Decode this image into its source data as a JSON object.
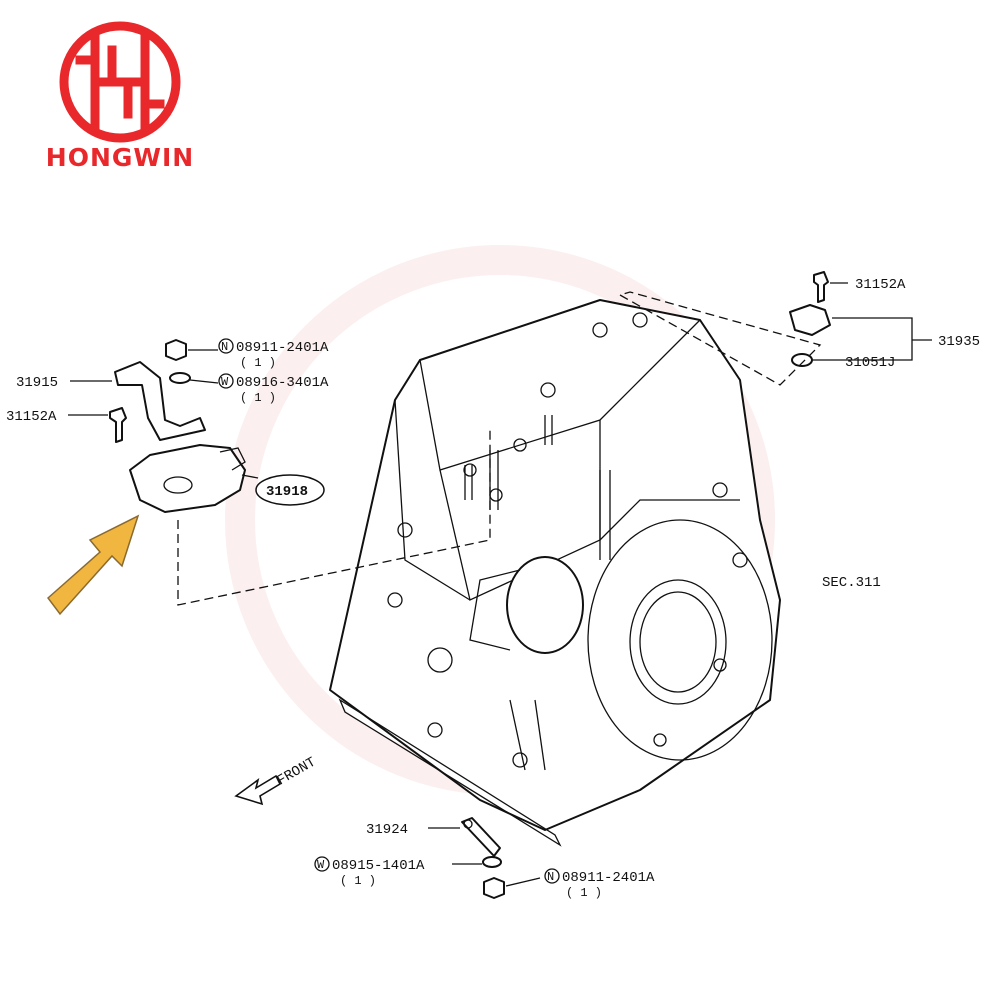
{
  "brand": {
    "name": "HONGWIN",
    "logo_color": "#e8282b"
  },
  "watermark_color": "#f7dcdc",
  "arrow_color": "#f0b640",
  "labels": {
    "bracket": "31915",
    "bolt_left": "31152A",
    "nut_top": "08911-2401A",
    "nut_top_qty": "( 1 )",
    "washer_top": "08916-3401A",
    "washer_top_qty": "( 1 )",
    "switch": "31918",
    "bolt_right": "31152A",
    "sensor_assy": "31935",
    "oring": "31051J",
    "section": "SEC.311",
    "front": "FRONT",
    "lever": "31924",
    "washer_bottom": "08915-1401A",
    "washer_bottom_qty": "( 1 )",
    "nut_bottom": "08911-2401A",
    "nut_bottom_qty": "( 1 )"
  },
  "symbols": {
    "n": "N",
    "w": "W"
  }
}
